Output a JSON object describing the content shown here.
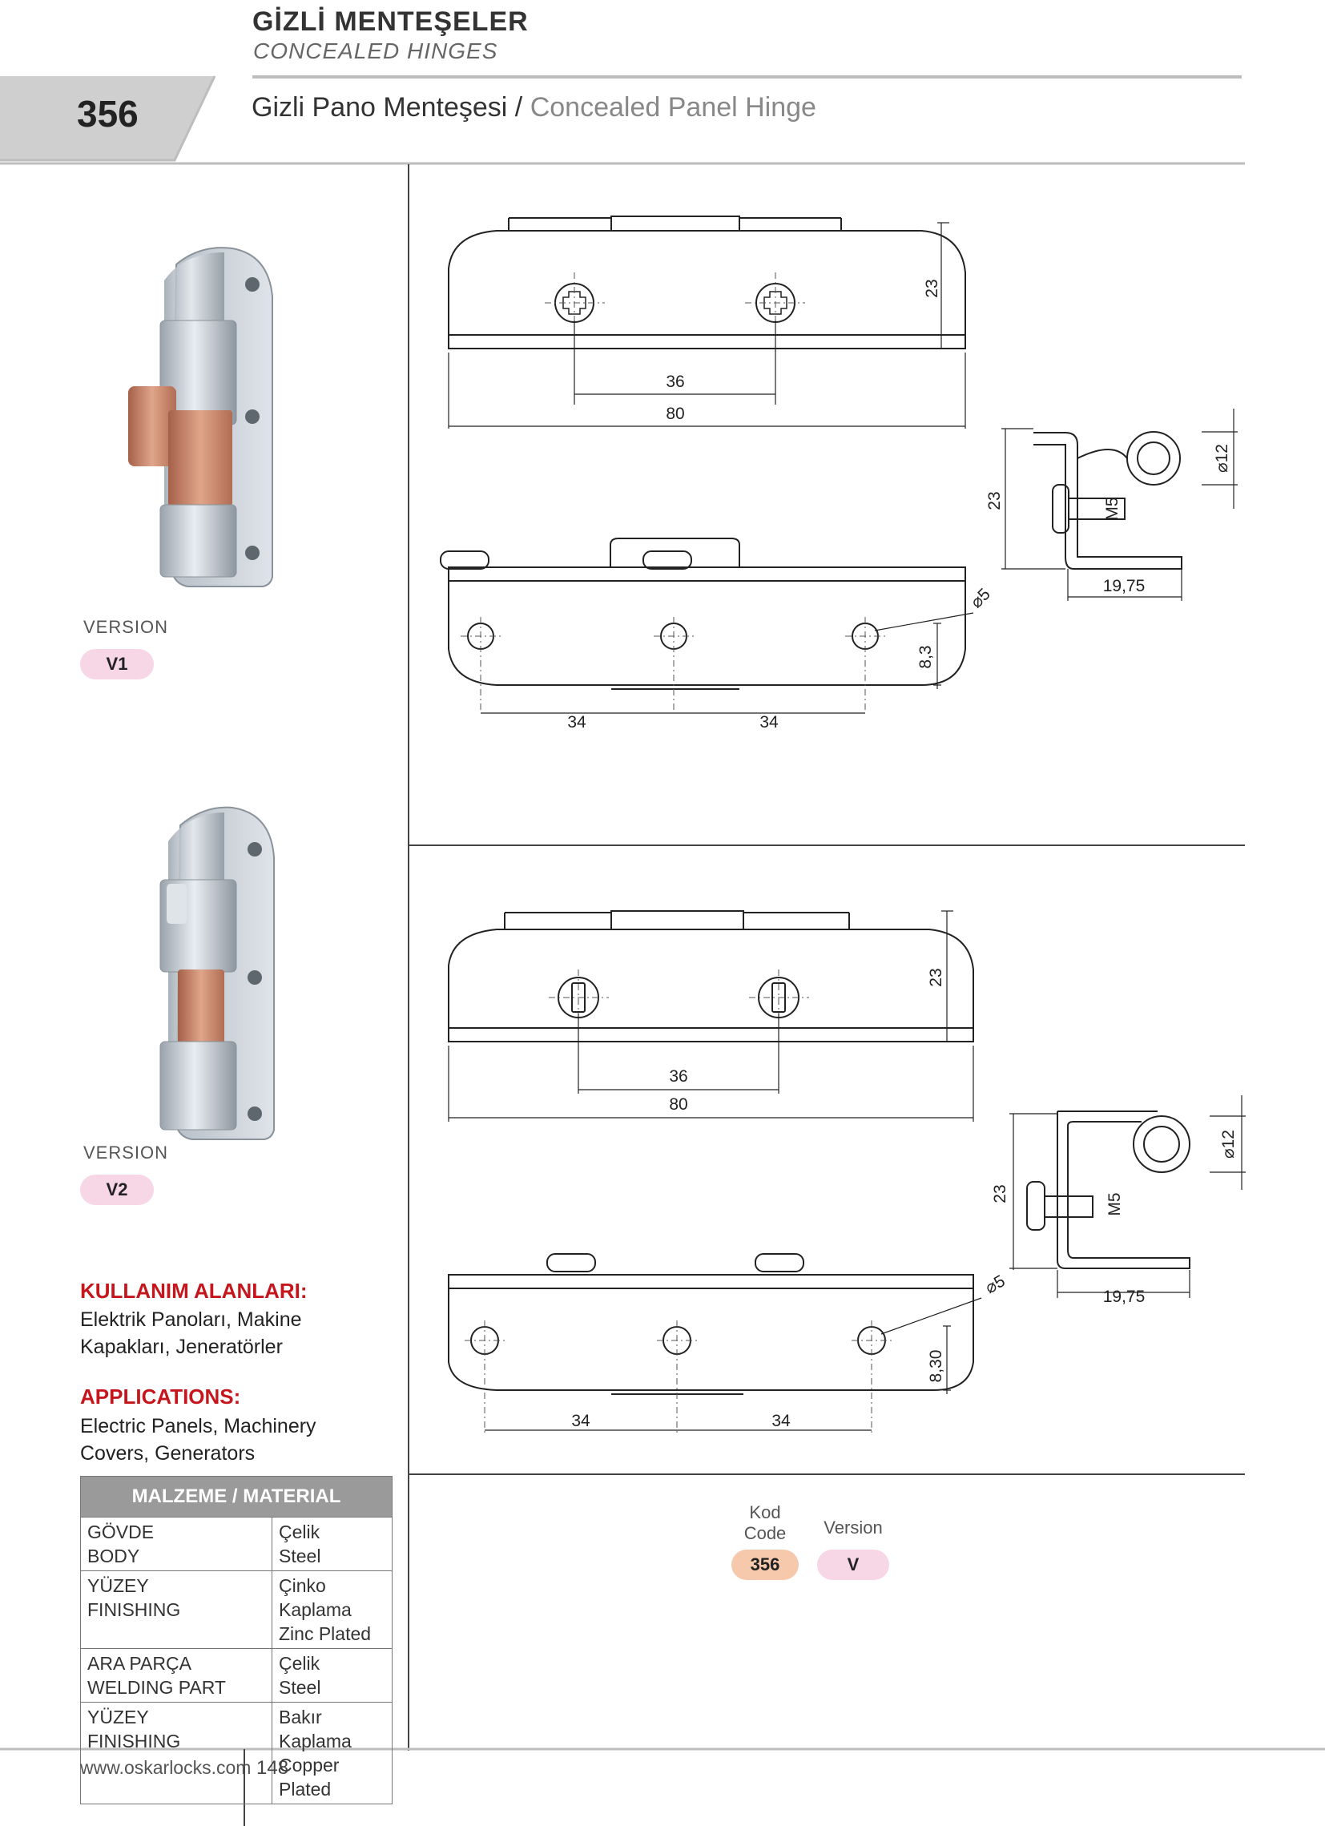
{
  "header": {
    "category_title": "GİZLİ MENTEŞELER",
    "category_subtitle": "CONCEALED HINGES",
    "product_code": "356",
    "product_name_tr": "Gizli Pano Menteşesi /",
    "product_name_en": "Concealed Panel Hinge"
  },
  "versions": [
    {
      "label": "VERSION",
      "code": "V1"
    },
    {
      "label": "VERSION",
      "code": "V2"
    }
  ],
  "drawings": {
    "v1": {
      "dim_height": "23",
      "dim_hole_spacing": "36",
      "dim_length": "80",
      "dim_dia_12": "⌀12",
      "dim_side_height": "23",
      "dim_m5": "M5",
      "dim_side_width": "19,75",
      "dim_dia_5": "⌀5",
      "dim_8_3": "8,3",
      "dim_34_a": "34",
      "dim_34_b": "34"
    },
    "v2": {
      "dim_height": "23",
      "dim_hole_spacing": "36",
      "dim_length": "80",
      "dim_dia_12": "⌀12",
      "dim_side_height": "23",
      "dim_m5": "M5",
      "dim_side_width": "19,75",
      "dim_dia_5": "⌀5",
      "dim_8_30": "8,30",
      "dim_34_a": "34",
      "dim_34_b": "34"
    }
  },
  "applications": {
    "tr_heading": "KULLANIM ALANLARI:",
    "tr_text": "Elektrik Panoları, Makine Kapakları, Jeneratörler",
    "en_heading": "APPLICATIONS:",
    "en_text": "Electric Panels, Machinery Covers, Generators"
  },
  "material": {
    "heading": "MALZEME / MATERIAL",
    "rows": [
      {
        "part_tr": "GÖVDE",
        "part_en": "BODY",
        "mat_tr": "Çelik",
        "mat_en": "Steel"
      },
      {
        "part_tr": "YÜZEY",
        "part_en": "FINISHING",
        "mat_tr": "Çinko Kaplama",
        "mat_en": "Zinc Plated"
      },
      {
        "part_tr": "ARA PARÇA",
        "part_en": "WELDING PART",
        "mat_tr": "Çelik",
        "mat_en": "Steel"
      },
      {
        "part_tr": "YÜZEY",
        "part_en": "FINISHING",
        "mat_tr": "Bakır Kaplama",
        "mat_en": "Copper Plated"
      }
    ]
  },
  "order_code": {
    "kod_label": "Kod",
    "code_label": "Code",
    "code_value": "356",
    "version_label": "Version",
    "version_value": "V"
  },
  "footer": {
    "url": "www.oskarlocks.com",
    "page": "148"
  },
  "colors": {
    "accent_red": "#c5161d",
    "pill_pink": "#f7d6e6",
    "pill_peach": "#f6c9ad",
    "header_gray": "#cfcfcf",
    "copper": "#c8876a"
  }
}
